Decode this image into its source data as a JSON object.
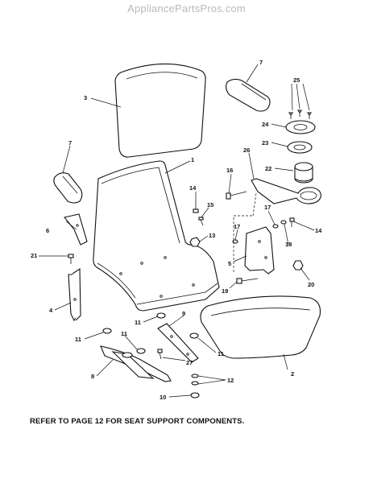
{
  "watermark": "AppliancePartsPros.com",
  "footnote": "REFER TO PAGE 12 FOR SEAT SUPPORT COMPONENTS.",
  "callouts": {
    "c1": "1",
    "c2": "2",
    "c3": "3",
    "c4": "4",
    "c5": "5",
    "c6": "6",
    "c7a": "7",
    "c7b": "7",
    "c8": "8",
    "c9": "9",
    "c10": "10",
    "c11a": "11",
    "c11b": "11",
    "c11c": "11",
    "c11d": "11",
    "c12": "12",
    "c13": "13",
    "c14a": "14",
    "c14b": "14",
    "c15": "15",
    "c16": "16",
    "c17a": "17",
    "c17b": "17",
    "c18": "18",
    "c19": "19",
    "c20": "20",
    "c21": "21",
    "c22": "22",
    "c23": "23",
    "c24": "24",
    "c25": "25",
    "c26": "26",
    "c27": "27"
  }
}
